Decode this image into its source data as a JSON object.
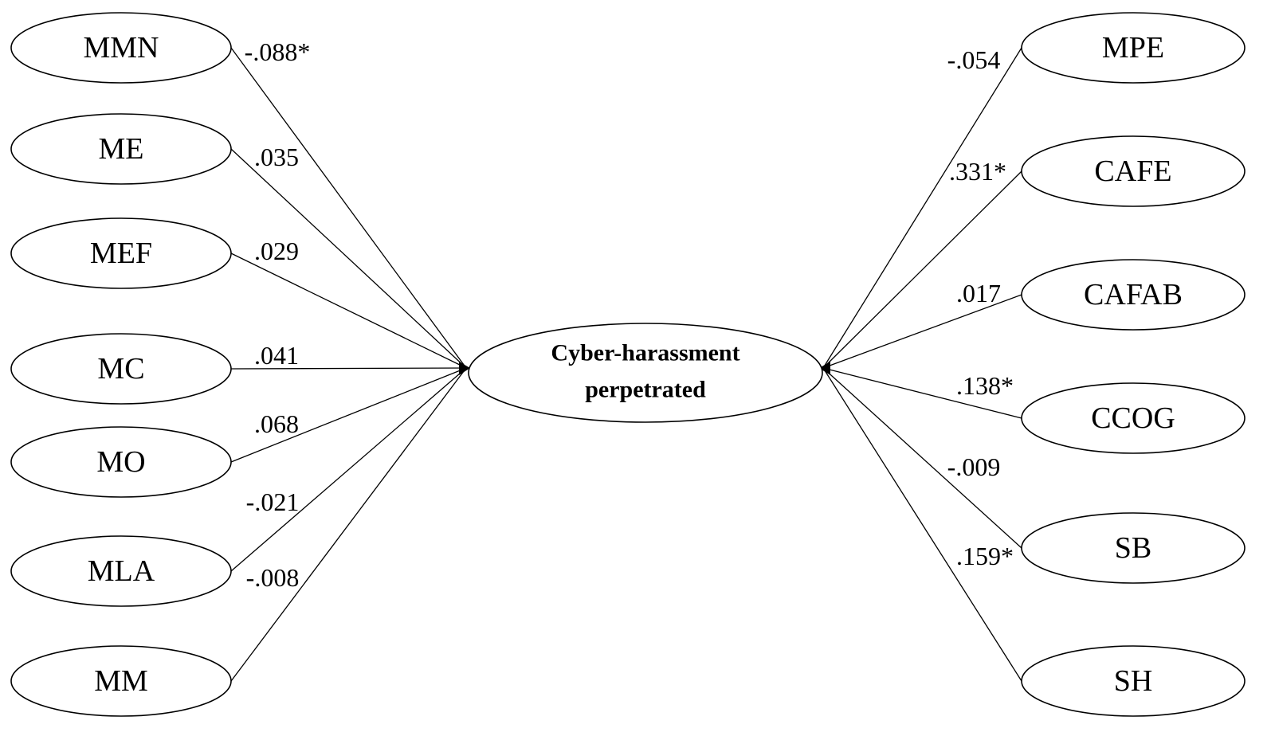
{
  "center": {
    "line1": "Cyber-harassment",
    "line2": "perpetrated"
  },
  "left_nodes": [
    {
      "label": "MMN",
      "coef": "-.088*"
    },
    {
      "label": "ME",
      "coef": ".035"
    },
    {
      "label": "MEF",
      "coef": ".029"
    },
    {
      "label": "MC",
      "coef": ".041"
    },
    {
      "label": "MO",
      "coef": ".068"
    },
    {
      "label": "MLA",
      "coef": "-.021"
    },
    {
      "label": "MM",
      "coef": "-.008"
    }
  ],
  "right_nodes": [
    {
      "label": "MPE",
      "coef": "-.054"
    },
    {
      "label": "CAFE",
      "coef": ".331*"
    },
    {
      "label": "CAFAB",
      "coef": ".017"
    },
    {
      "label": "CCOG",
      "coef": ".138*"
    },
    {
      "label": "SB",
      "coef": "-.009"
    },
    {
      "label": "SH",
      "coef": ".159*"
    }
  ]
}
